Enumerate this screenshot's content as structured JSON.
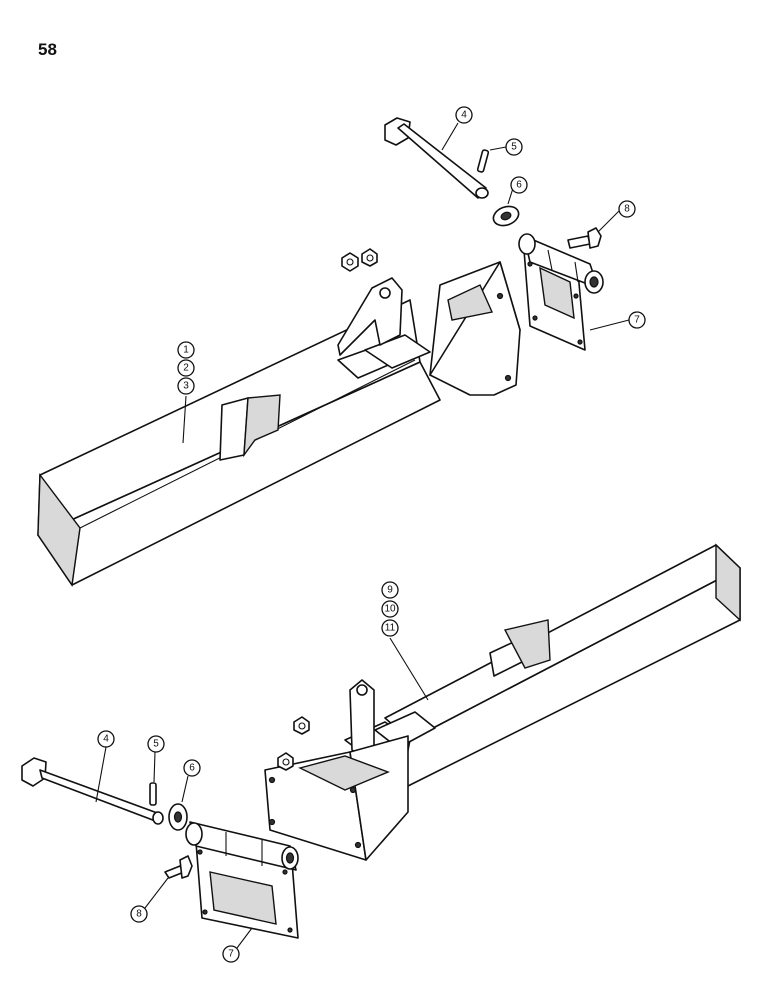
{
  "page": {
    "number": "58"
  },
  "callouts": {
    "top_1": "1",
    "top_2": "2",
    "top_3": "3",
    "top_4": "4",
    "top_5": "5",
    "top_6": "6",
    "top_7": "7",
    "top_8": "8",
    "bottom_9": "9",
    "bottom_10": "10",
    "bottom_11": "11",
    "bottom_4": "4",
    "bottom_5": "5",
    "bottom_6": "6",
    "bottom_7": "7",
    "bottom_8": "8"
  }
}
